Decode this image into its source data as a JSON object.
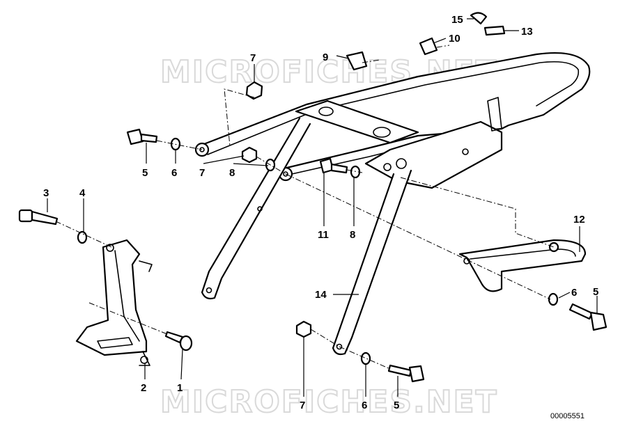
{
  "watermark": "MICROFICHES.NET",
  "drawing_code": "00005551",
  "callouts": {
    "c1": "1",
    "c2": "2",
    "c3": "3",
    "c4": "4",
    "c5a": "5",
    "c6a": "6",
    "c7a": "7",
    "c8a": "8",
    "c7top": "7",
    "c9": "9",
    "c10": "10",
    "c11": "11",
    "c8b": "8",
    "c12": "12",
    "c13": "13",
    "c14": "14",
    "c15": "15",
    "c6r": "6",
    "c5r": "5",
    "c7b": "7",
    "c6b": "6",
    "c5b": "5"
  },
  "colors": {
    "line": "#000000",
    "watermark": "#d9d9d9",
    "background": "#ffffff"
  }
}
